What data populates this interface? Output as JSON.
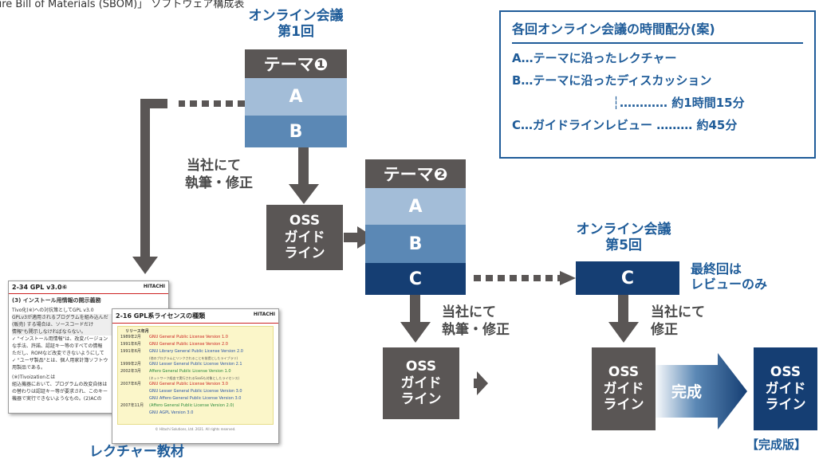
{
  "header_text": "ure Bill of Materials (SBOM)」 ソフトウェア構成表",
  "meeting1": {
    "line1": "オンライン会議",
    "line2": "第1回"
  },
  "theme1": {
    "label": "テーマ❶",
    "a": "A",
    "b": "B"
  },
  "theme2": {
    "label": "テーマ❷",
    "a": "A",
    "b": "B",
    "c": "C"
  },
  "edit_text": {
    "line1": "当社にて",
    "line2": "執筆・修正"
  },
  "oss_box": {
    "line1": "OSS",
    "line2": "ガイド",
    "line3": "ライン"
  },
  "meeting5": {
    "line1": "オンライン会議",
    "line2": "第5回",
    "c": "C"
  },
  "final_note": {
    "line1": "最終回は",
    "line2": "レビューのみ"
  },
  "fix_text": {
    "line1": "当社にて",
    "line2": "修正"
  },
  "complete_label": "完成",
  "complete_version": "【完成版】",
  "lecture_label": "レクチャー教材",
  "legend": {
    "title": "各回オンライン会議の時間配分(案)",
    "line_a": "A…テーマに沿ったレクチャー",
    "line_b": "B…テーマに沿ったディスカッション",
    "line_ab_time": "┆………… 約1時間15分",
    "line_c": "C…ガイドラインレビュー ……… 約45分"
  },
  "doc1": {
    "title": "2-34 GPL v3.0⑥",
    "brand": "HITACHI",
    "heading": "(3) インストール用情報の開示義務",
    "lines": [
      "Tivo化(※)への対抗策としてGPL v3.0",
      "GPLv3が適用されるプログラムを組み込んだ",
      "(販売) する場合は、ソースコードだけ",
      "情報\"も開示しなければならない。",
      "✓ \"インストール用情報\"は、改変バージョン",
      "  な手法、許諾、認証キー等のすべての情報",
      "  ただし、ROMなど改変できないようにして",
      "✓ \"ユーザ製品\"とは、個人用家計簿ソフトウ",
      "  用製品である。",
      "(※)Tivoizationとは",
      "  組込機器において、プログラムの改変自体は",
      "  の替わりは認証キー等が要求され、このキー",
      "  機器で実行できないようなもの。(2)ACの"
    ]
  },
  "doc2": {
    "title": "2-16 GPL系ライセンスの種類",
    "brand": "HITACHI",
    "timeline_head": "リリース年月",
    "rows": [
      {
        "date": "1989年2月",
        "text": "GNU General Public License Version 1.0"
      },
      {
        "date": "1991年6月",
        "text": "GNU General Public License Version 2.0"
      },
      {
        "date": "1991年6月",
        "text": "GNU Library General Public License Version 2.0"
      },
      {
        "date": "",
        "text": "(他のプログラムにリンクされることを前提としたライブラリ)"
      },
      {
        "date": "1999年2月",
        "text": "GNU Lesser General Public License Version 2.1"
      },
      {
        "date": "2002年3月",
        "text": "Affero General Public License Version 1.0"
      },
      {
        "date": "",
        "text": "(ネットワーク経由で実行されるSaaSも対象としたライセンス)"
      },
      {
        "date": "2007年6月",
        "text": "GNU General Public License Version 3.0"
      },
      {
        "date": "",
        "text": "GNU Lesser General Public License Version 3.0"
      },
      {
        "date": "",
        "text": "GNU Affero General Public License Version 3.0"
      },
      {
        "date": "2007年11月",
        "text": "(Affero General Public License Version 2.0)"
      },
      {
        "date": "",
        "text": "GNU AGPL Version 3.0"
      }
    ],
    "footer": "© Hitachi Solutions, Ltd. 2021. All rights reserved."
  },
  "colors": {
    "dark_gray": "#5a5655",
    "light_blue": "#a3bdd8",
    "mid_blue": "#5b88b5",
    "dark_blue": "#153e73",
    "text_blue": "#1f5c99"
  }
}
